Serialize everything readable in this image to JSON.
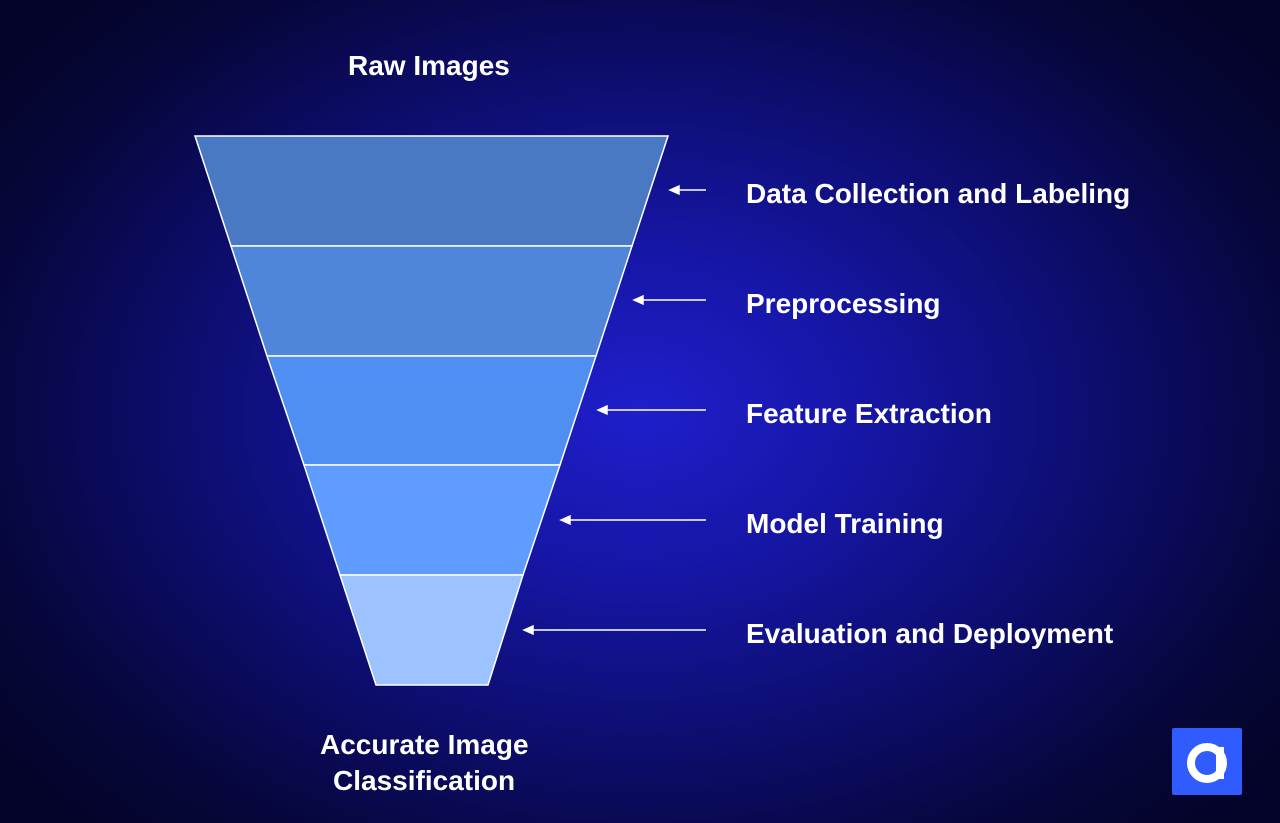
{
  "top_label": "Raw Images",
  "bottom_label": {
    "line1": "Accurate Image",
    "line2": "Classification"
  },
  "stages": [
    {
      "label": "Data Collection and Labeling",
      "color": "#4a79c3"
    },
    {
      "label": "Preprocessing",
      "color": "#4f86d9"
    },
    {
      "label": "Feature Extraction",
      "color": "#4f8ff2"
    },
    {
      "label": "Model Training",
      "color": "#5e9cff"
    },
    {
      "label": "Evaluation and Deployment",
      "color": "#9cc2ff"
    }
  ],
  "logo": {
    "name": "brand-logo",
    "text": "a",
    "color": "#2f5bff"
  },
  "colors": {
    "background_center": "#1f1fcc",
    "background_edge": "#04042a",
    "line": "#ffffff",
    "text": "#ffffff"
  }
}
